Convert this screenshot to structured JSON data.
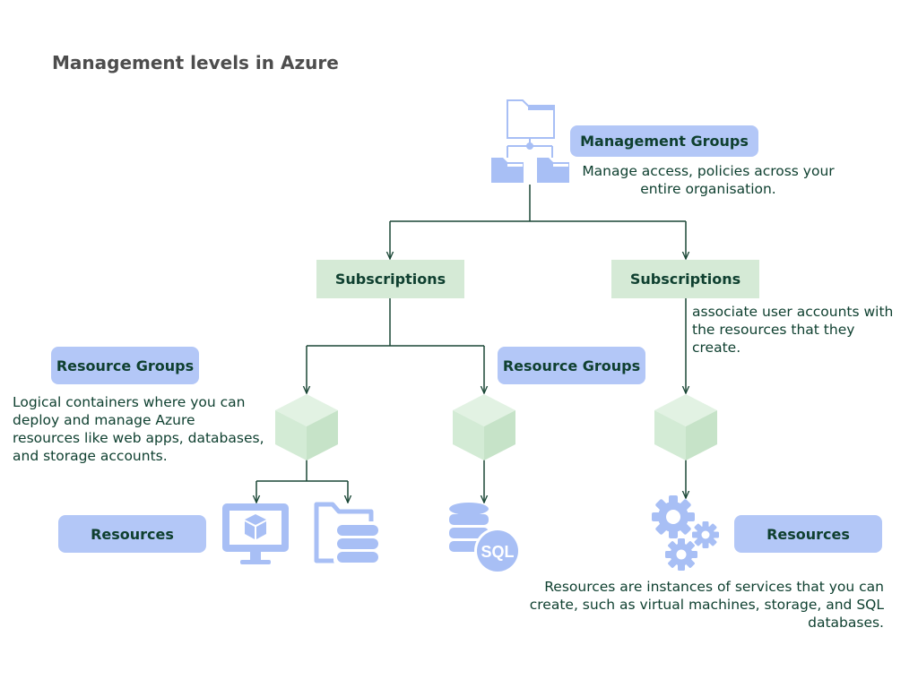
{
  "title": "Management levels in Azure",
  "management_groups": {
    "label": "Management Groups",
    "description": [
      "Manage access, policies across your",
      "entire organisation."
    ]
  },
  "subscriptions": [
    {
      "label": "Subscriptions"
    },
    {
      "label": "Subscriptions",
      "description": [
        "associate user accounts with",
        "the resources that they",
        "create."
      ]
    }
  ],
  "resource_groups": [
    {
      "label": "Resource Groups",
      "description": [
        "Logical containers where you can",
        "deploy and manage Azure",
        "resources like web apps, databases,",
        "and storage accounts."
      ]
    },
    {
      "label": "Resource Groups"
    }
  ],
  "resources": [
    {
      "label": "Resources"
    },
    {
      "label": "Resources",
      "description": [
        "Resources are instances of services that you can",
        "create, such as virtual machines, storage, and SQL",
        "databases."
      ]
    }
  ],
  "icons": {
    "sql_text": "SQL"
  },
  "colors": {
    "blue_box": "#b3c7f7",
    "green_box": "#d5ead6",
    "text_dark_green": "#0f4030",
    "icon_blue": "#a8bff5",
    "cube_green": "#d3ebd5",
    "connector": "#1a4736"
  }
}
